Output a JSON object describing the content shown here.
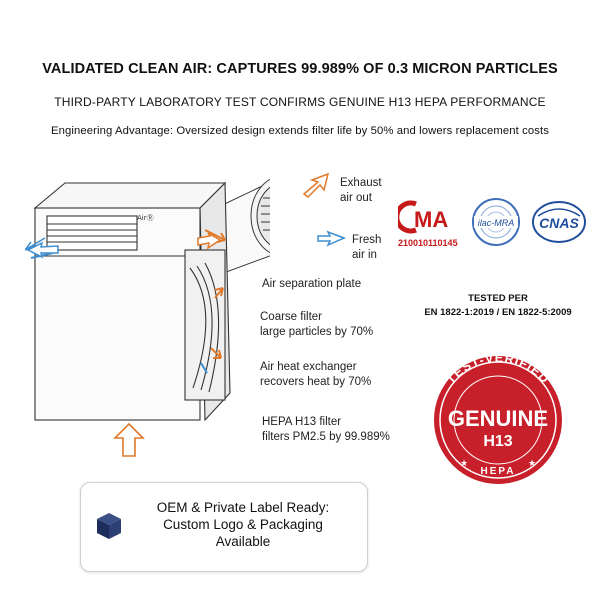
{
  "headline": "VALIDATED CLEAN AIR: CAPTURES 99.989% OF 0.3 MICRON PARTICLES",
  "subheadline": "THIRD-PARTY LABORATORY TEST CONFIRMS GENUINE H13 HEPA PERFORMANCE",
  "advantage": "Engineering Advantage: Oversized design extends filter life by 50% and lowers replacement costs",
  "diagram": {
    "device_brand": "AirⓇ",
    "exhaust": [
      "Exhaust",
      "air out"
    ],
    "fresh": [
      "Fresh",
      "air in"
    ],
    "separation": "Air separation plate",
    "coarse": [
      "Coarse filter",
      "large particles by 70%"
    ],
    "exchanger": [
      "Air heat exchanger",
      "recovers heat by 70%"
    ],
    "hepa": [
      "HEPA H13 filter",
      "filters PM2.5 by 99.989%"
    ]
  },
  "certs": {
    "cma_code": "210010110145",
    "cma_mark": "MA",
    "ilac_mark": "ilac-MRA",
    "cnas_mark": "CNAS",
    "tested_label": "TESTED PER",
    "standards": "EN 1822-1:2019 / EN 1822-5:2009"
  },
  "seal": {
    "top_text": "TEST-VERIFIED",
    "main": "GENUINE",
    "sub": "H13",
    "bottom_text": "HEPA",
    "color": "#c8202a"
  },
  "oem": {
    "line1": "OEM & Private Label Ready:",
    "line2": "Custom Logo & Packaging",
    "line3": "Available"
  },
  "colors": {
    "arrow_orange": "#e07a2a",
    "arrow_blue": "#3e8ed0",
    "cnas_blue": "#1f4e9c",
    "box_navy": "#1d2d5c"
  }
}
